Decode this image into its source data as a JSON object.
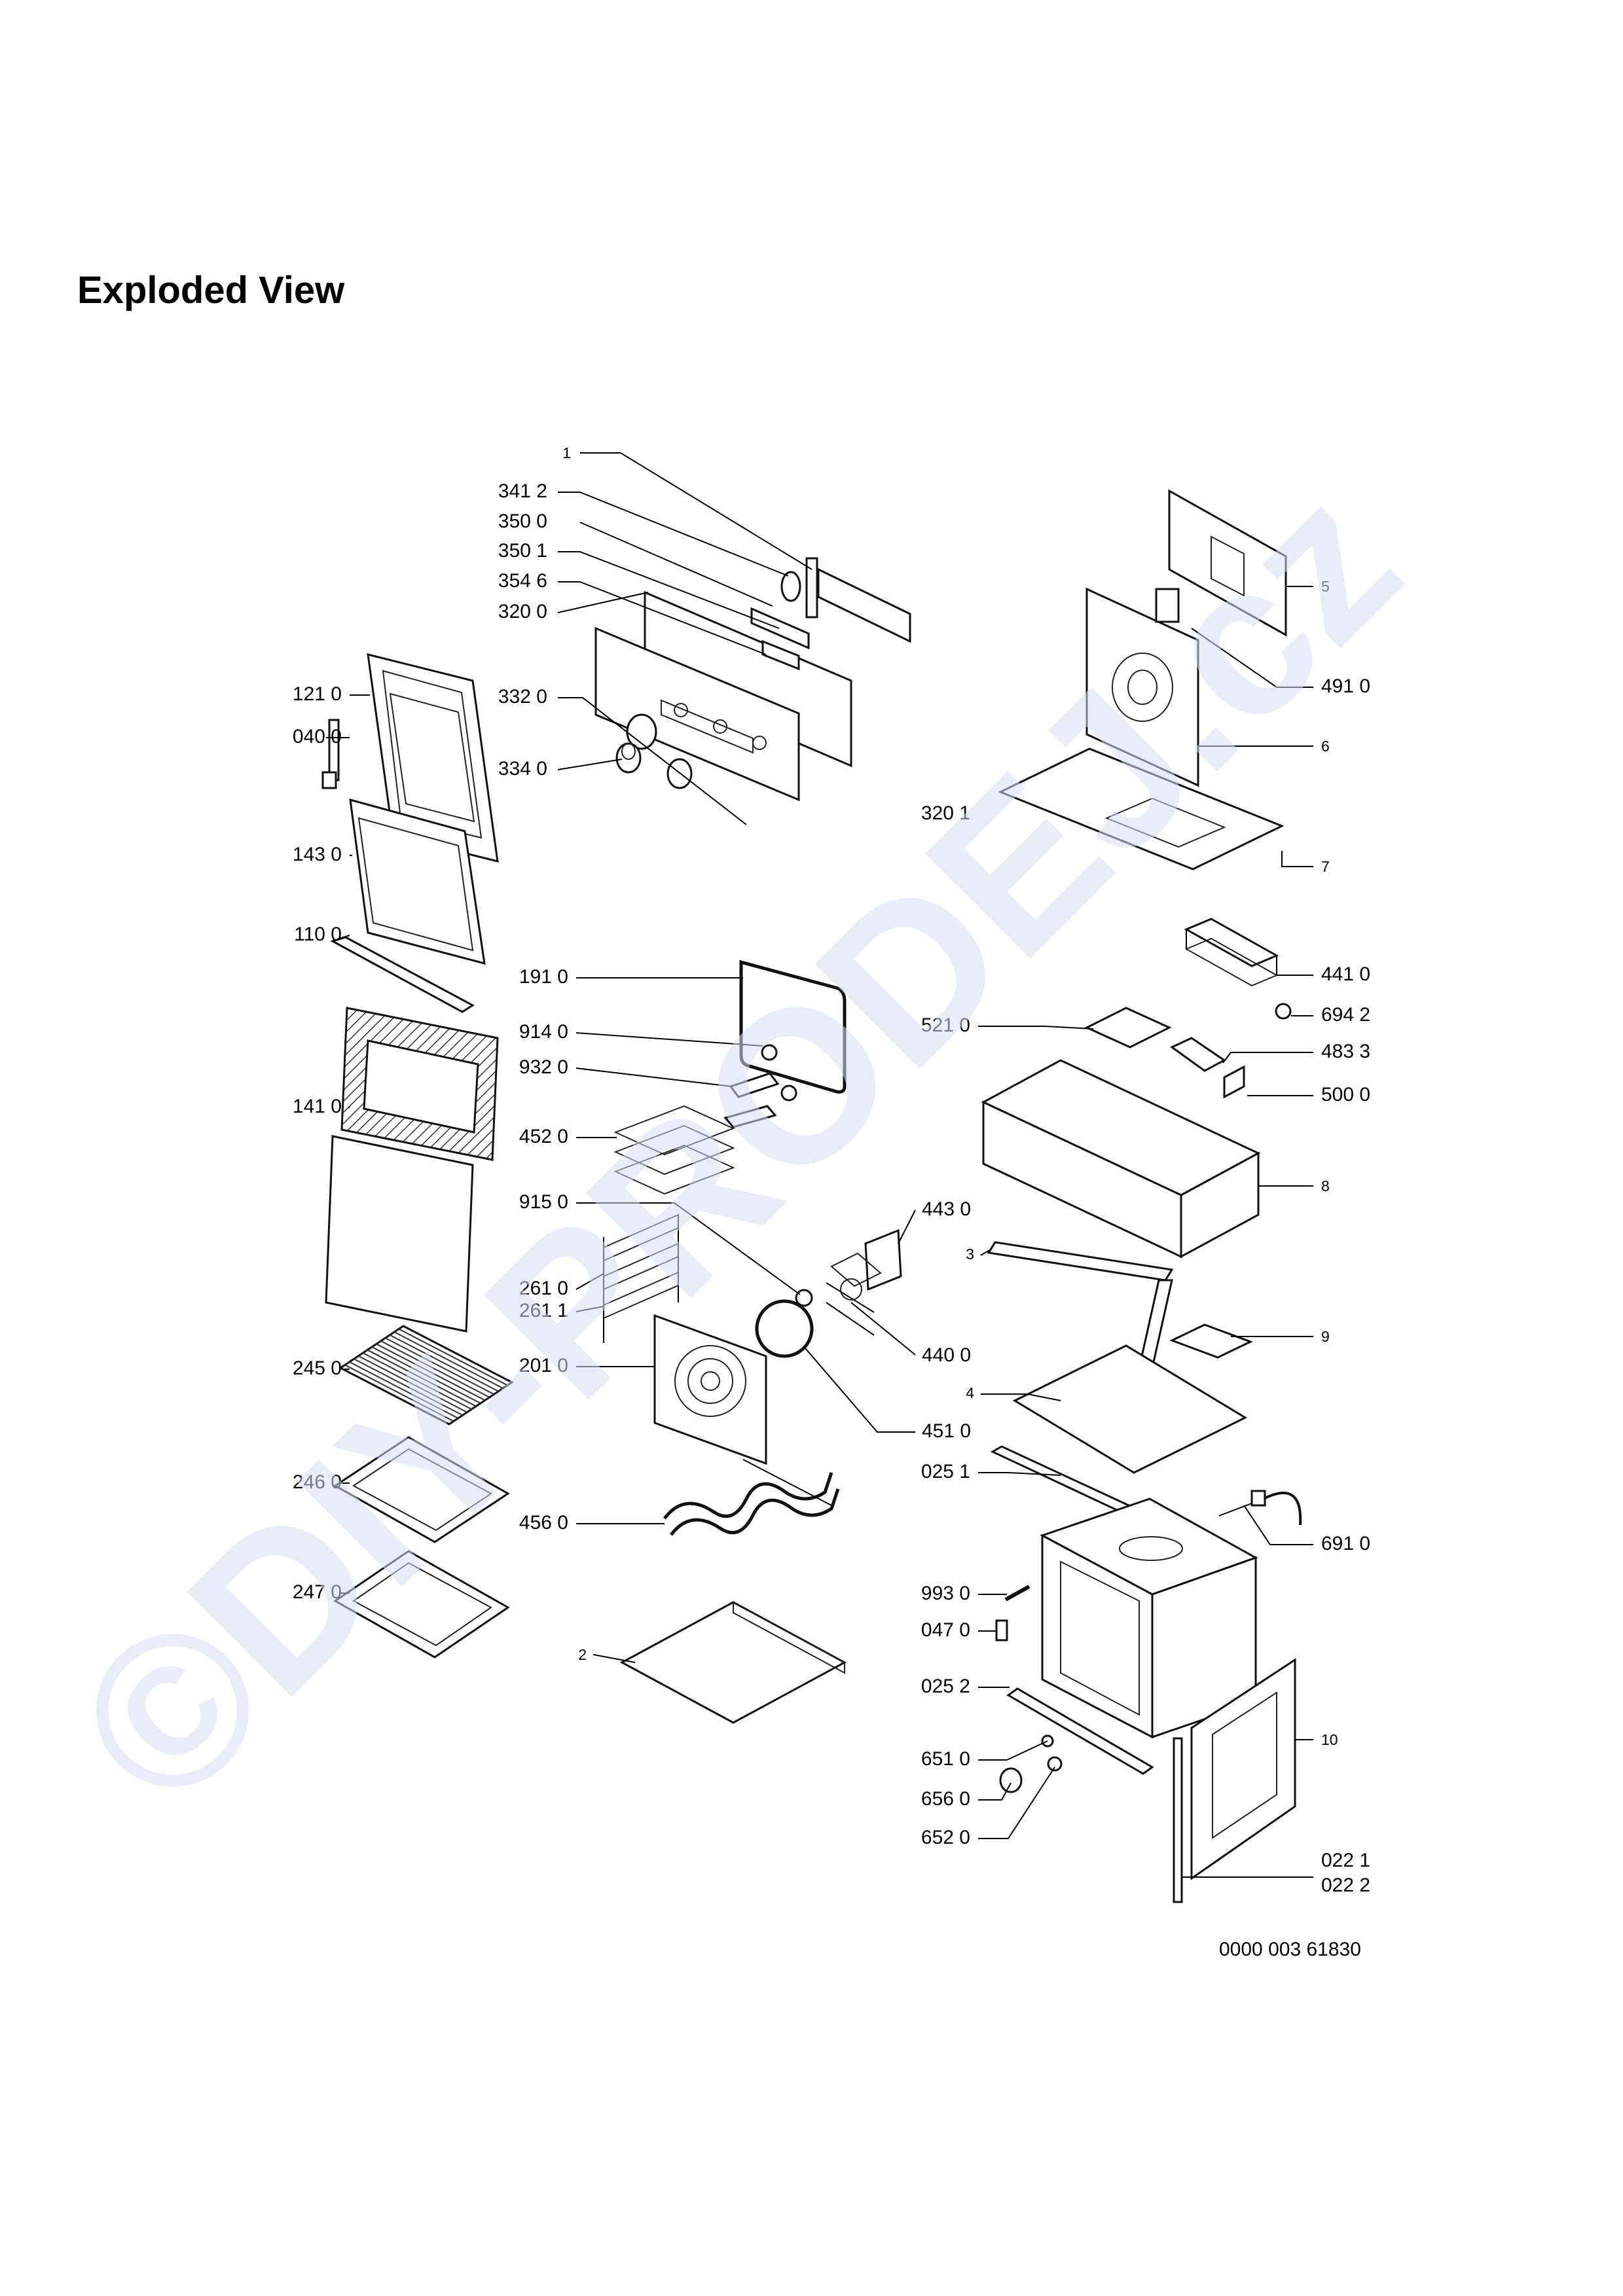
{
  "page": {
    "title": "Exploded View",
    "document_number": "0000 003 61830"
  },
  "watermark": {
    "text": "©DIY-PRODEJ.cz",
    "color": "#d8dcf5"
  },
  "callouts": [
    {
      "id": "p1",
      "label": "1"
    },
    {
      "id": "p341_2",
      "label": "341 2"
    },
    {
      "id": "p350_0",
      "label": "350 0"
    },
    {
      "id": "p350_1",
      "label": "350 1"
    },
    {
      "id": "p354_6",
      "label": "354 6"
    },
    {
      "id": "p320_0",
      "label": "320 0"
    },
    {
      "id": "p332_0",
      "label": "332 0"
    },
    {
      "id": "p334_0",
      "label": "334 0"
    },
    {
      "id": "p121_0",
      "label": "121 0"
    },
    {
      "id": "p040_0",
      "label": "040 0"
    },
    {
      "id": "p143_0",
      "label": "143 0"
    },
    {
      "id": "p110_0",
      "label": "110 0"
    },
    {
      "id": "p141_0",
      "label": "141 0"
    },
    {
      "id": "p245_0",
      "label": "245 0"
    },
    {
      "id": "p246_0",
      "label": "246 0"
    },
    {
      "id": "p247_0",
      "label": "247 0"
    },
    {
      "id": "p191_0",
      "label": "191 0"
    },
    {
      "id": "p914_0",
      "label": "914 0"
    },
    {
      "id": "p932_0",
      "label": "932 0"
    },
    {
      "id": "p452_0",
      "label": "452 0"
    },
    {
      "id": "p915_0",
      "label": "915 0"
    },
    {
      "id": "p261_0",
      "label": "261 0"
    },
    {
      "id": "p261_1",
      "label": "261 1"
    },
    {
      "id": "p201_0",
      "label": "201 0"
    },
    {
      "id": "p456_0",
      "label": "456 0"
    },
    {
      "id": "p2",
      "label": "2"
    },
    {
      "id": "p443_0",
      "label": "443 0"
    },
    {
      "id": "p440_0",
      "label": "440 0"
    },
    {
      "id": "p451_0",
      "label": "451 0"
    },
    {
      "id": "p5",
      "label": "5"
    },
    {
      "id": "p491_0",
      "label": "491 0"
    },
    {
      "id": "p6",
      "label": "6"
    },
    {
      "id": "p320_1",
      "label": "320 1"
    },
    {
      "id": "p7",
      "label": "7"
    },
    {
      "id": "p441_0",
      "label": "441 0"
    },
    {
      "id": "p694_2",
      "label": "694 2"
    },
    {
      "id": "p521_0",
      "label": "521 0"
    },
    {
      "id": "p483_3",
      "label": "483 3"
    },
    {
      "id": "p500_0",
      "label": "500 0"
    },
    {
      "id": "p8",
      "label": "8"
    },
    {
      "id": "p3",
      "label": "3"
    },
    {
      "id": "p9",
      "label": "9"
    },
    {
      "id": "p4",
      "label": "4"
    },
    {
      "id": "p025_1",
      "label": "025 1"
    },
    {
      "id": "p691_0",
      "label": "691 0"
    },
    {
      "id": "p993_0",
      "label": "993 0"
    },
    {
      "id": "p047_0",
      "label": "047 0"
    },
    {
      "id": "p025_2",
      "label": "025 2"
    },
    {
      "id": "p10",
      "label": "10"
    },
    {
      "id": "p651_0",
      "label": "651 0"
    },
    {
      "id": "p656_0",
      "label": "656 0"
    },
    {
      "id": "p652_0",
      "label": "652 0"
    },
    {
      "id": "p022_1",
      "label": "022 1"
    },
    {
      "id": "p022_2",
      "label": "022 2"
    }
  ]
}
